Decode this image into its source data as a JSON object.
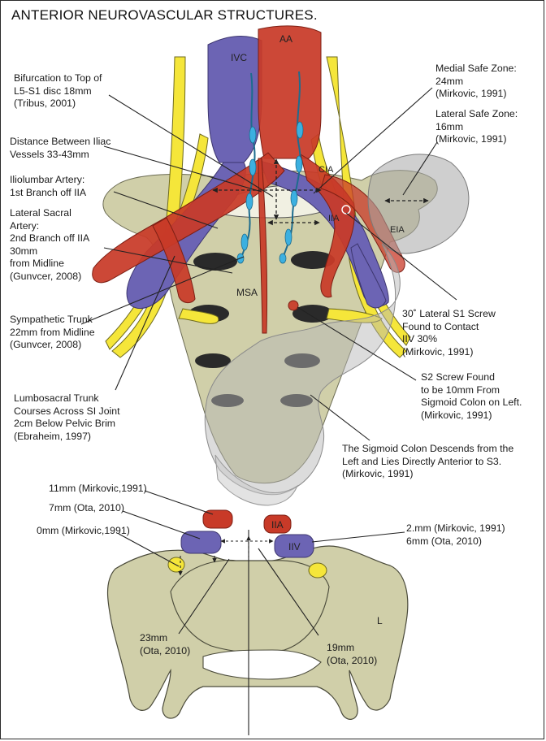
{
  "title": "ANTERIOR NEUROVASCULAR STRUCTURES.",
  "structure_labels": {
    "ivc": "IVC",
    "aa": "AA",
    "cia": "CIA",
    "iia": "IIA",
    "eia": "EIA",
    "msa": "MSA",
    "iia_section": "IIA",
    "iiv_section": "IIV",
    "left_side": "L"
  },
  "annotations": {
    "bifurcation": "Bifurcation to Top of\nL5-S1 disc 18mm\n(Tribus, 2001)",
    "iliac_distance": "Distance Between Iliac\nVessels 33-43mm",
    "iliolumbar": "Iliolumbar Artery:\n1st Branch off IIA",
    "lateral_sacral": "Lateral Sacral\nArtery:\n2nd Branch off IIA\n30mm\nfrom Midline\n(Gunvcer, 2008)",
    "sympathetic": "Sympathetic Trunk\n22mm from Midline\n(Gunvcer, 2008)",
    "lumbosacral": "Lumbosacral Trunk\nCourses Across SI Joint\n2cm Below Pelvic Brim\n(Ebraheim, 1997)",
    "medial_safe": "Medial Safe Zone:\n24mm\n(Mirkovic, 1991)",
    "lateral_safe": "Lateral Safe Zone:\n16mm\n(Mirkovic, 1991)",
    "s1_screw": "30˚ Lateral S1 Screw\nFound to Contact\nIIV 30%\n(Mirkovic, 1991)",
    "s2_screw": "S2 Screw Found\nto be 10mm From\nSigmoid Colon on Left.\n(Mirkovic, 1991)",
    "sigmoid": "The Sigmoid Colon Descends from the\nLeft and Lies Directly Anterior to S3.\n(Mirkovic, 1991)",
    "d11": "11mm (Mirkovic,1991)",
    "d7": "7mm (Ota, 2010)",
    "d0": "0mm (Mirkovic,1991)",
    "d2_6": "2.mm (Mirkovic, 1991)\n6mm (Ota, 2010)",
    "d23": "23mm\n(Ota, 2010)",
    "d19": "19mm\n(Ota, 2010)"
  },
  "colors": {
    "artery": "#c83a28",
    "vein": "#6c64b4",
    "nerve": "#f5e63a",
    "bone": "#d0cfa9",
    "colon": "#a8a8a8",
    "sympathetic": "#3cb0e0",
    "foramen": "#2a2a2a"
  }
}
